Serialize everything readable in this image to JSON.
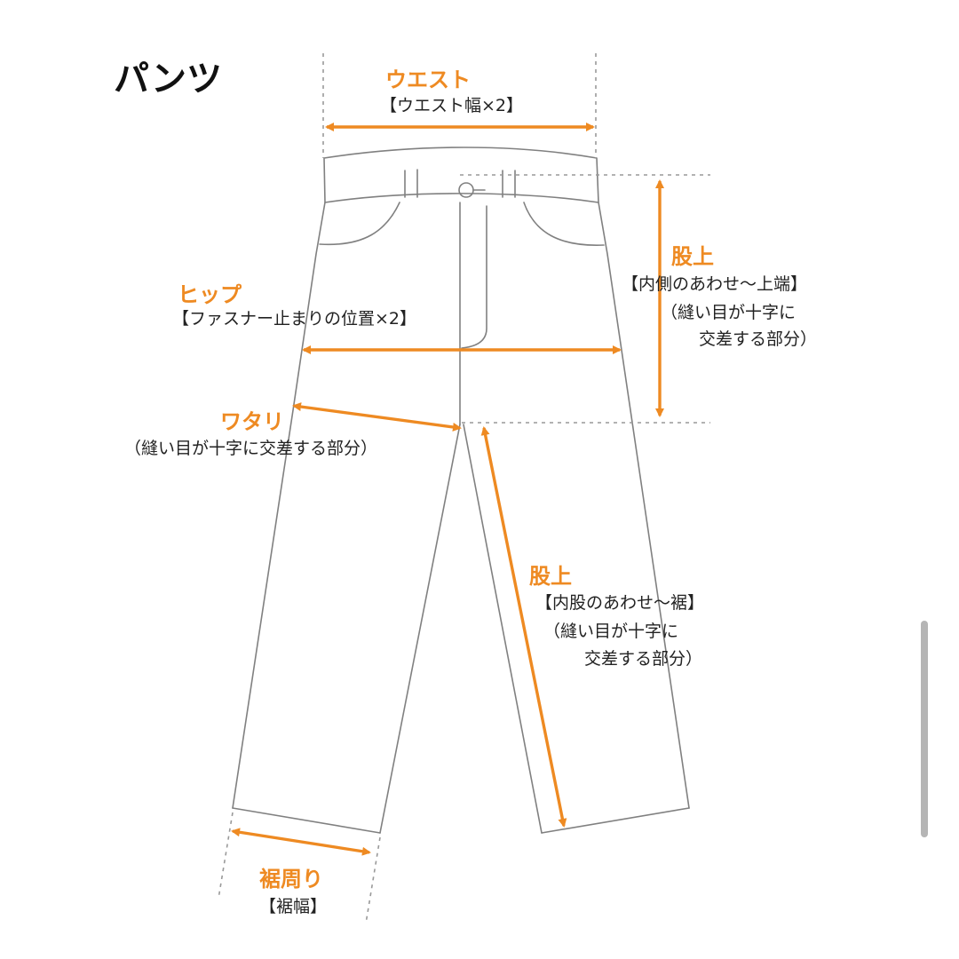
{
  "title": "パンツ",
  "colors": {
    "accent": "#ee8a22",
    "outline": "#808080",
    "guide": "#999999",
    "text": "#222222"
  },
  "labels": {
    "waist": {
      "title": "ウエスト",
      "sub": "【ウエスト幅×2】"
    },
    "rise": {
      "title": "股上",
      "sub1": "【内側のあわせ～上端】",
      "sub2": "（縫い目が十字に",
      "sub3": "交差する部分）"
    },
    "hip": {
      "title": "ヒップ",
      "sub": "【ファスナー止まりの位置×2】"
    },
    "thigh": {
      "title": "ワタリ",
      "sub": "（縫い目が十字に交差する部分）"
    },
    "inseam": {
      "title": "股上",
      "sub1": "【内股のあわせ～裾】",
      "sub2": "（縫い目が十字に",
      "sub3": "交差する部分）"
    },
    "hem": {
      "title": "裾周り",
      "sub": "【裾幅】"
    }
  }
}
